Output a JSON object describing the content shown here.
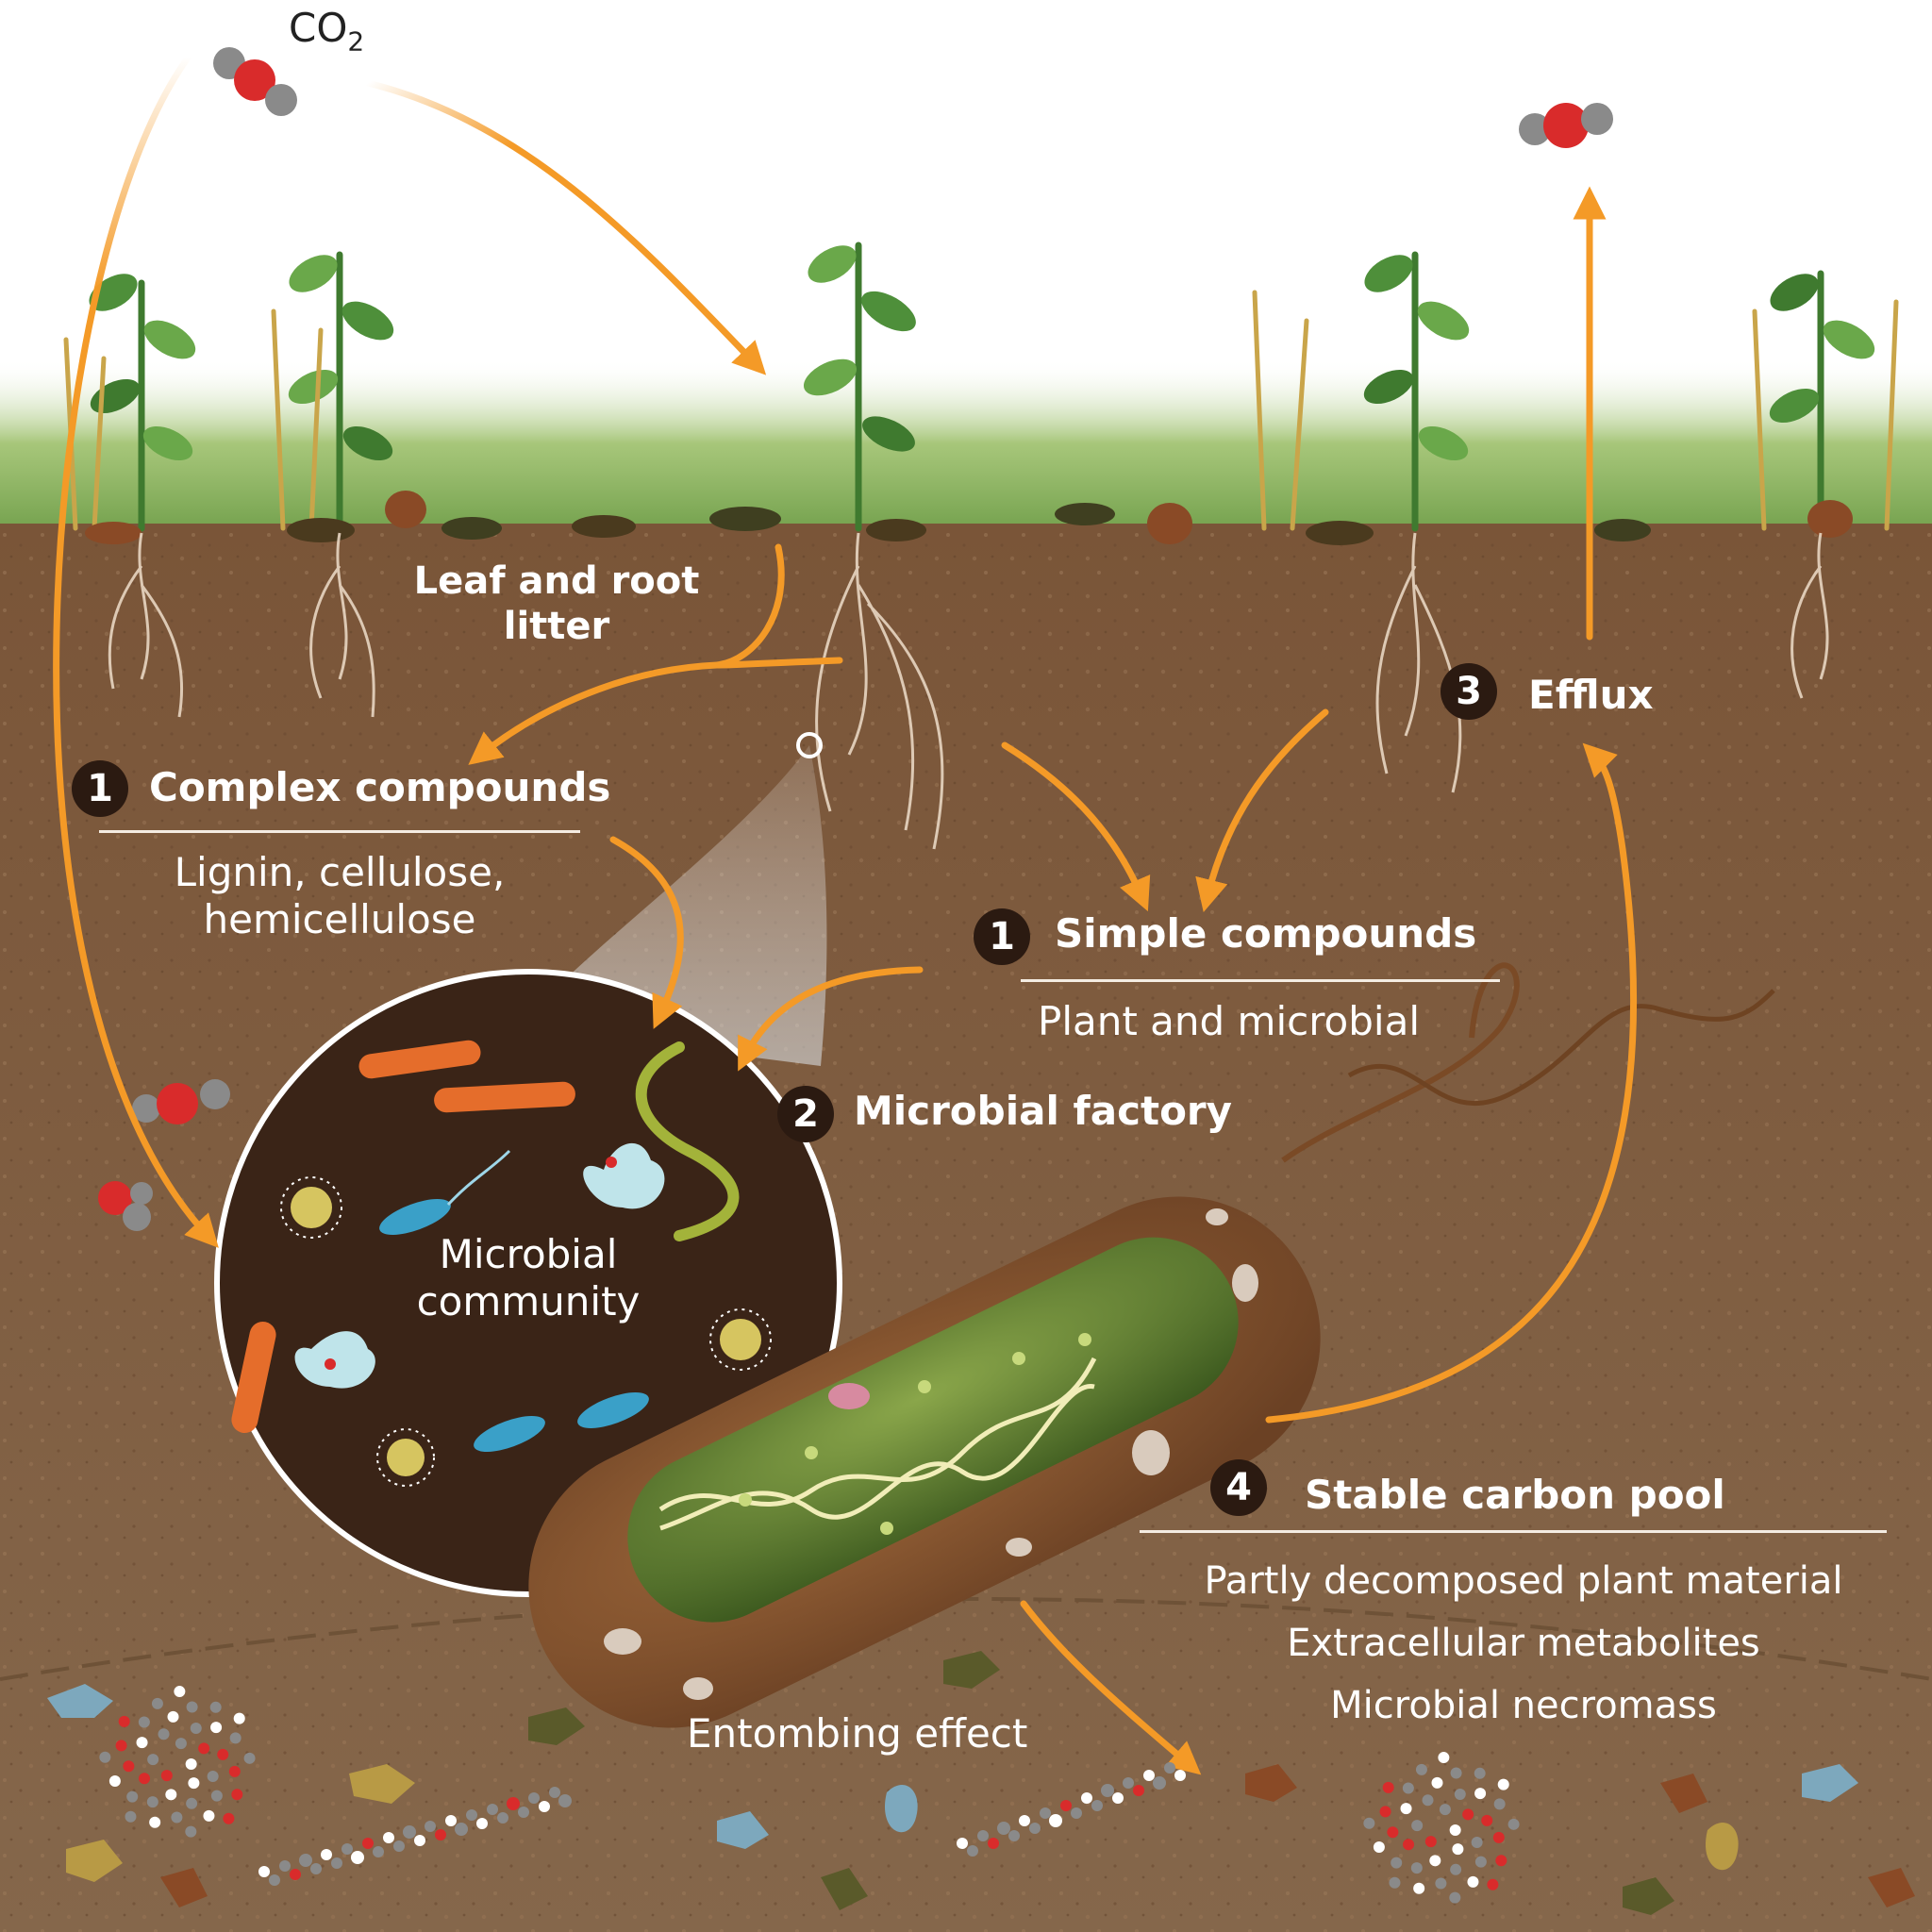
{
  "co2_label": "CO",
  "co2_subscript": "2",
  "litter_label": [
    "Leaf and root",
    "litter"
  ],
  "complex": {
    "number": "1",
    "title": "Complex compounds",
    "detail": [
      "Lignin, cellulose,",
      "hemicellulose"
    ]
  },
  "simple": {
    "number": "1",
    "title": "Simple compounds",
    "detail": "Plant and microbial"
  },
  "factory": {
    "number": "2",
    "title": "Microbial factory"
  },
  "efflux": {
    "number": "3",
    "title": "Efflux"
  },
  "community_label": [
    "Microbial",
    "community"
  ],
  "stable": {
    "number": "4",
    "title": "Stable carbon pool",
    "detail": [
      "Partly decomposed plant material",
      "Extracellular metabolites",
      "Microbial necromass"
    ]
  },
  "entombing_label": "Entombing effect",
  "colors": {
    "arrow": "#f49a27",
    "soil_top": "#7a5538",
    "soil_bottom": "#84664a",
    "circle_bg": "#3a2417",
    "number_badge": "#2b1a11",
    "leaf": "#4e8f3a",
    "molecule_red": "#d92b2b",
    "molecule_grey": "#8a8a8a"
  }
}
